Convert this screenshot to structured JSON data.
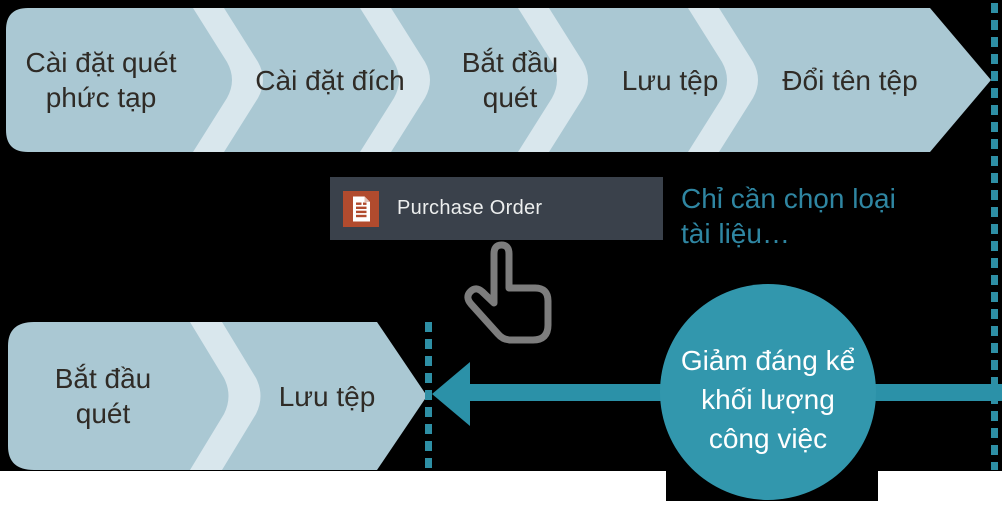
{
  "top_flow": {
    "steps": [
      "Cài đặt quét\nphức tạp",
      "Cài đặt đích",
      "Bắt đầu\nquét",
      "Lưu tệp",
      "Đổi tên tệp"
    ]
  },
  "document_button": {
    "label": "Purchase Order",
    "icon": "document-icon"
  },
  "caption": "Chỉ cần chọn loại\ntài liệu…",
  "bottom_flow": {
    "steps": [
      "Bắt đầu\nquét",
      "Lưu tệp"
    ]
  },
  "benefit_circle": "Giảm đáng kể\nkhối lượng\ncông việc",
  "colors": {
    "background": "#000000",
    "chevron_fill": "#aac8d3",
    "chevron_separator": "#d9e7ed",
    "chevron_text": "#2f2b26",
    "button_background": "#3a414b",
    "button_text": "#eceeee",
    "icon_red": "#b14b2e",
    "teal_accent": "#3297ad",
    "teal_caption_text": "#2f86a2",
    "hand_gray": "#7d7d7d",
    "bottom_strip": "#ffffff"
  }
}
